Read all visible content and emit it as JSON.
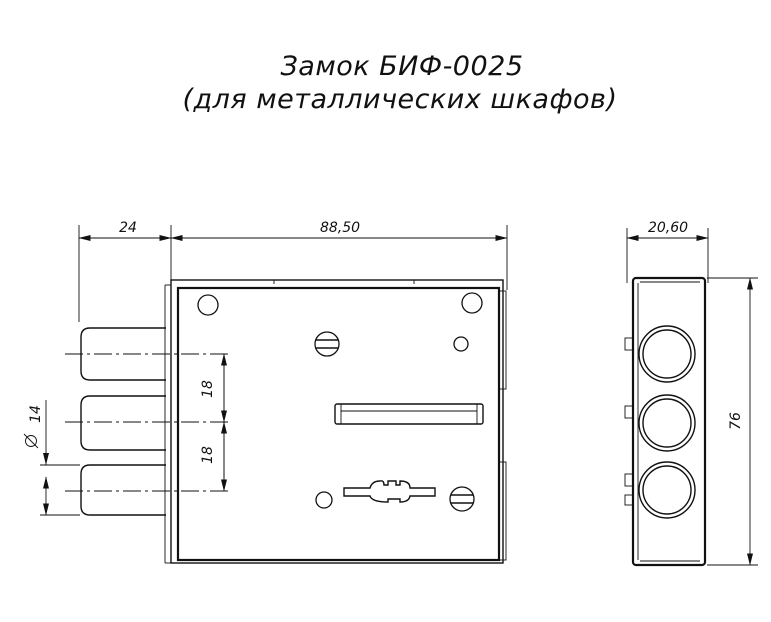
{
  "title": {
    "line1": "Замок БИФ-0025",
    "line2": "(для металлических шкафов)"
  },
  "dimensions": {
    "bolt_projection": "24",
    "body_width": "88,50",
    "side_depth": "20,60",
    "height": "76",
    "bolt_pitch_upper": "18",
    "bolt_pitch_lower": "18",
    "bolt_diameter": "14"
  }
}
